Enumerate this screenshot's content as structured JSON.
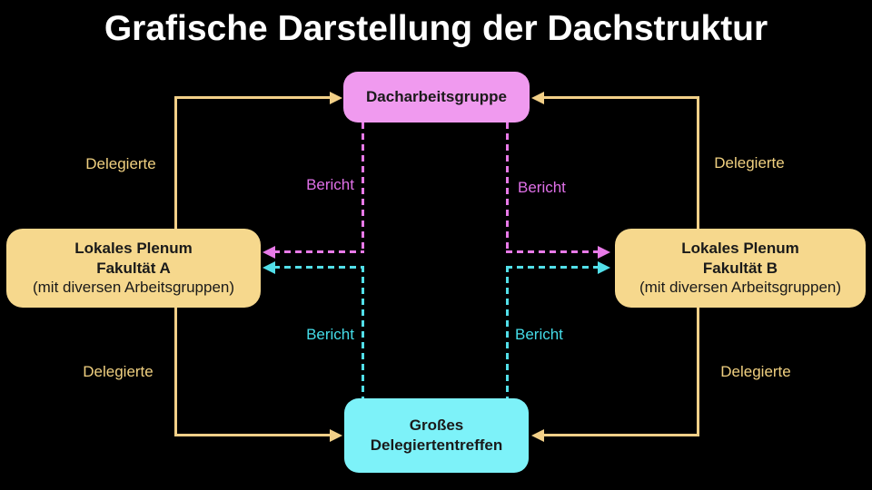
{
  "title": "Grafische Darstellung der Dachstruktur",
  "nodes": {
    "dacharbeitsgruppe": {
      "label": "Dacharbeitsgruppe",
      "color": "#f09aef"
    },
    "plenum_a": {
      "line1": "Lokales Plenum",
      "line2": "Fakultät A",
      "line3": "(mit diversen Arbeitsgruppen)",
      "color": "#f6d88d"
    },
    "plenum_b": {
      "line1": "Lokales Plenum",
      "line2": "Fakultät B",
      "line3": "(mit diversen Arbeitsgruppen)",
      "color": "#f6d88d"
    },
    "grosses_delegiertentreffen": {
      "line1": "Großes",
      "line2": "Delegiertentreffen",
      "color": "#7df2f9"
    }
  },
  "edge_labels": {
    "delegierte": "Delegierte",
    "bericht": "Bericht"
  },
  "colors": {
    "background": "#000000",
    "title_text": "#ffffff",
    "node_text": "#1a1a1a",
    "delegierte_arrows": "#f2d088",
    "bericht_to_dach_arrows": "#e87ae8",
    "bericht_to_treffen_arrows": "#52dfe9"
  }
}
